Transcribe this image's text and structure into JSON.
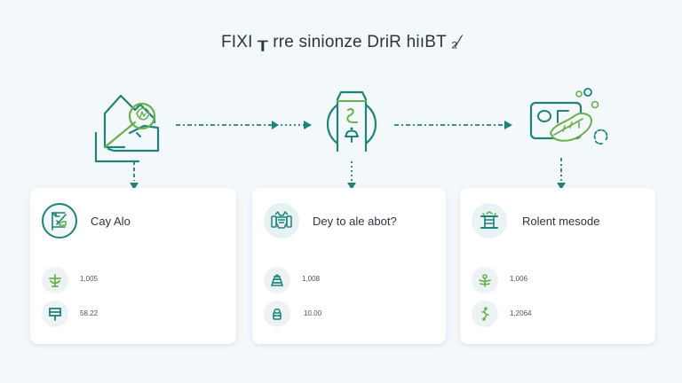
{
  "title": "FIXI ┰ rre sinionze DriR hiıBT ₂⁄",
  "colors": {
    "teal": "#1e8378",
    "green": "#6ab04c",
    "background": "#f3f8fb",
    "card": "#ffffff",
    "icon_bg": "#edf3f5"
  },
  "steps": [
    {
      "top_icon": "house-magnifier-icon",
      "card": {
        "head_icon": "document-edit-icon",
        "title": "Cay Alo",
        "rows": [
          {
            "icon": "plant-scale-icon",
            "value": "1,005"
          },
          {
            "icon": "signpost-icon",
            "value": "58.22"
          }
        ]
      }
    },
    {
      "top_icon": "jar-bell-icon",
      "card": {
        "head_icon": "machine-icon",
        "title": "Dey to ale abot?",
        "rows": [
          {
            "icon": "cake-stack-icon",
            "value": "1,008"
          },
          {
            "icon": "lock-icon",
            "value": "10.00"
          }
        ]
      }
    },
    {
      "top_icon": "screen-leaf-icon",
      "card": {
        "head_icon": "gate-icon",
        "title": "Rolent mesode",
        "rows": [
          {
            "icon": "sprout-icon",
            "value": "1,006"
          },
          {
            "icon": "branch-icon",
            "value": "1,2064"
          }
        ]
      }
    }
  ]
}
